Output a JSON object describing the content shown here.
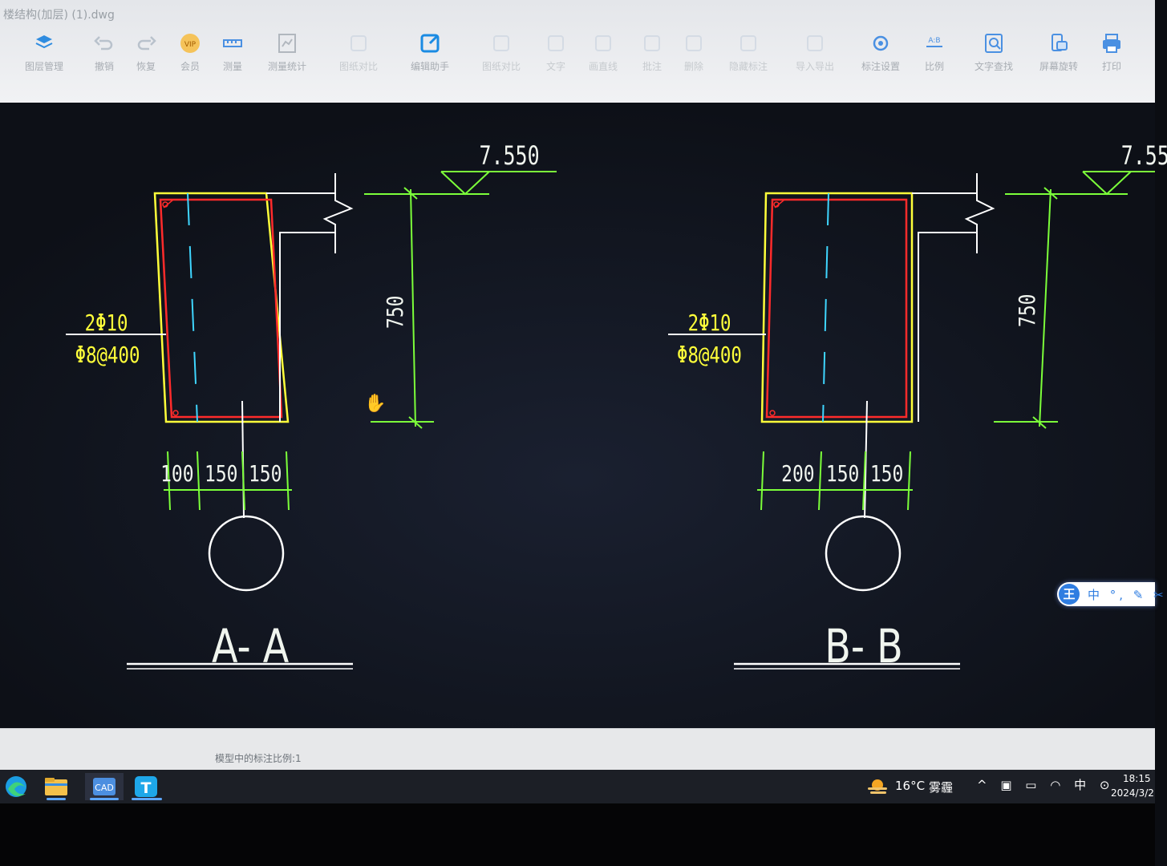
{
  "window": {
    "title": "楼结构(加层) (1).dwg"
  },
  "toolbar": {
    "items": [
      {
        "label": "图层管理",
        "icon": "layers-icon",
        "active": true
      },
      {
        "label": "撤销",
        "icon": "undo-icon",
        "active": true
      },
      {
        "label": "恢复",
        "icon": "redo-icon",
        "active": true
      },
      {
        "label": "会员",
        "icon": "vip-icon",
        "active": true
      },
      {
        "label": "测量",
        "icon": "measure-icon",
        "active": true
      },
      {
        "label": "测量统计",
        "icon": "measure-stats-icon",
        "active": true
      },
      {
        "label": "图纸对比",
        "icon": "compare-icon",
        "active": false
      },
      {
        "label": "编辑助手",
        "icon": "edit-assistant-icon",
        "active": true
      },
      {
        "label": "图纸对比",
        "icon": "drawing-compare-icon",
        "active": false
      },
      {
        "label": "文字",
        "icon": "text-icon",
        "active": false
      },
      {
        "label": "画直线",
        "icon": "line-icon",
        "active": false
      },
      {
        "label": "批注",
        "icon": "annotate-icon",
        "active": false
      },
      {
        "label": "删除",
        "icon": "delete-icon",
        "active": false
      },
      {
        "label": "隐藏标注",
        "icon": "hide-annotation-icon",
        "active": false
      },
      {
        "label": "导入导出",
        "icon": "import-export-icon",
        "active": false
      },
      {
        "label": "标注设置",
        "icon": "annotation-settings-icon",
        "active": true
      },
      {
        "label": "比例",
        "icon": "scale-icon",
        "active": true
      },
      {
        "label": "文字查找",
        "icon": "text-search-icon",
        "active": true
      },
      {
        "label": "屏幕旋转",
        "icon": "rotate-screen-icon",
        "active": true
      },
      {
        "label": "打印",
        "icon": "print-icon",
        "active": true
      }
    ]
  },
  "drawing": {
    "section_a": {
      "title": "A- A",
      "rebar_top": "2Φ10",
      "rebar_stirrup": "Φ8@400",
      "height_dim": "750",
      "elevation": "7.550",
      "dims": [
        "100",
        "150",
        "150"
      ]
    },
    "section_b": {
      "title": "B- B",
      "rebar_top": "2Φ10",
      "rebar_stirrup": "Φ8@400",
      "height_dim": "750",
      "elevation": "7.55",
      "dims": [
        "200",
        "150",
        "150"
      ]
    },
    "colors": {
      "concrete": "#ffff3a",
      "rebar": "#ff2b2b",
      "axis": "#3fd6ff",
      "dimension": "#7cff3a",
      "outline": "#ffffff"
    }
  },
  "status": {
    "text": "模型中的标注比例:1"
  },
  "ime": {
    "logo": "王",
    "text": "中 °, ✎ ✂"
  },
  "taskbar": {
    "apps": [
      {
        "icon": "edge-icon"
      },
      {
        "icon": "file-explorer-icon"
      },
      {
        "icon": "cad-app-icon",
        "label": "CAD"
      },
      {
        "icon": "tengxun-app-icon",
        "label": "T"
      }
    ],
    "weather": {
      "temp": "16°C",
      "desc": "雾霾"
    },
    "tray": "^ ▣ ▭ ◠ 中 ⊙",
    "time": "18:15",
    "date": "2024/3/2"
  }
}
